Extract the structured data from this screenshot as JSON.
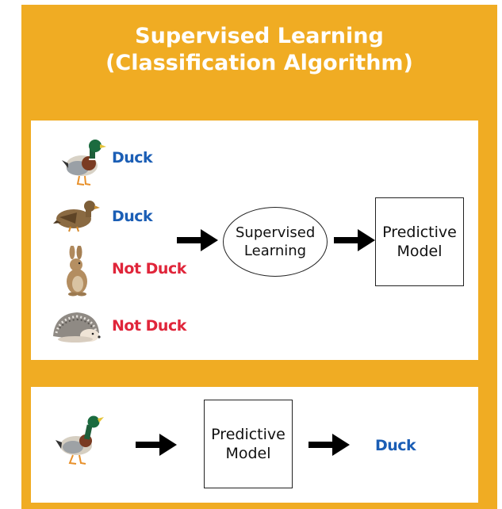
{
  "title": {
    "line1": "Supervised Learning",
    "line2": "(Classification Algorithm)"
  },
  "training": {
    "items": [
      {
        "label": "Duck",
        "icon": "mallard-drake-icon"
      },
      {
        "label": "Duck",
        "icon": "female-duck-icon"
      },
      {
        "label": "Not Duck",
        "icon": "rabbit-icon"
      },
      {
        "label": "Not Duck",
        "icon": "hedgehog-icon"
      }
    ],
    "process": "Supervised Learning",
    "model": "Predictive Model"
  },
  "prediction": {
    "input_icon": "duck-icon",
    "model": "Predictive Model",
    "output": "Duck"
  },
  "colors": {
    "background": "#f0ac23",
    "duck_label": "#1b5eb5",
    "not_duck_label": "#e0253a"
  }
}
